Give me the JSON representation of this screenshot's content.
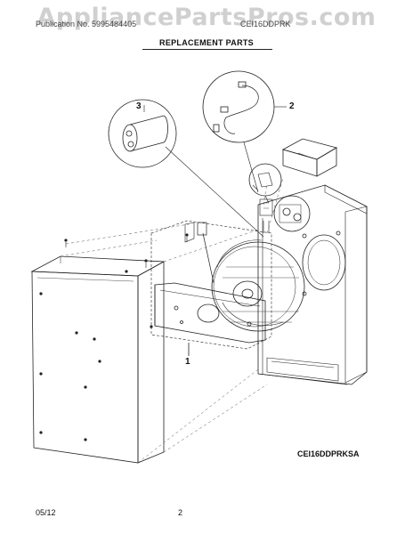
{
  "watermark": "AppliancePartsPros.com",
  "header": {
    "left": "Publication No. 5995484405",
    "middle": "CEI16DDPRK"
  },
  "title": "REPLACEMENT PARTS",
  "callouts": {
    "one": "1",
    "two": "2",
    "three": "3"
  },
  "model_code": "CEI16DDPRKSA",
  "footer": {
    "date": "05/12",
    "page": "2"
  }
}
